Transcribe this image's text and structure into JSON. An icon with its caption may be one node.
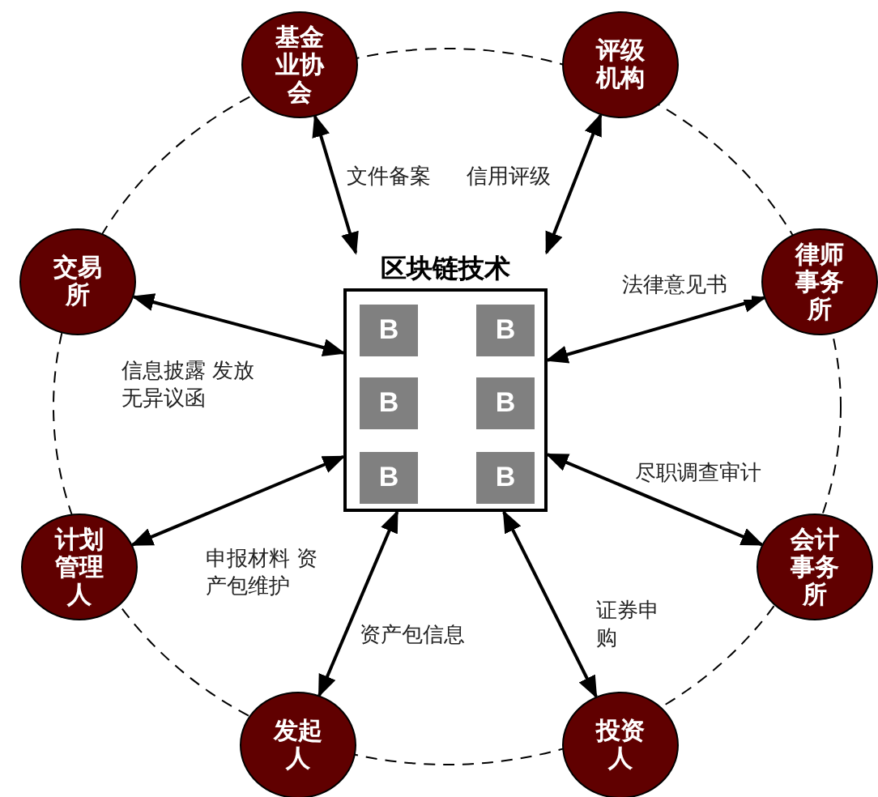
{
  "diagram": {
    "nodes": [
      {
        "text": [
          "基金业协会"
        ]
      },
      {
        "text": [
          "评级机构"
        ]
      },
      {
        "text": [
          "交易所"
        ]
      },
      {
        "text": [
          "律师事务所"
        ]
      },
      {
        "text": [
          "区块链技术"
        ]
      },
      {
        "text": [
          "B"
        ],
        "in": 4
      },
      {
        "text": [
          "B"
        ],
        "in": 4
      },
      {
        "text": [
          "B"
        ],
        "in": 4
      },
      {
        "text": [
          "B"
        ],
        "in": 4
      },
      {
        "text": [
          "B"
        ],
        "in": 4
      },
      {
        "text": [
          "B"
        ],
        "in": 4
      },
      {
        "text": [
          "计划管理人"
        ]
      },
      {
        "text": [
          "会计事务所"
        ]
      },
      {
        "text": [
          "发起人"
        ]
      },
      {
        "text": [
          "投资人"
        ]
      }
    ],
    "edges": [
      {
        "from": 0,
        "to": 4,
        "arrow": "both",
        "label": "文件备案"
      },
      {
        "from": 1,
        "to": 4,
        "arrow": "both",
        "label": "信用评级"
      },
      {
        "from": 2,
        "to": 4,
        "arrow": "both",
        "label": "信息披露 发放无异议函"
      },
      {
        "from": 3,
        "to": 4,
        "arrow": "both",
        "label": "法律意见书"
      },
      {
        "from": 11,
        "to": 4,
        "arrow": "both",
        "label": "申报材料 资产包维护"
      },
      {
        "from": 12,
        "to": 4,
        "arrow": "both",
        "label": "尽职调查审计"
      },
      {
        "from": 13,
        "to": 4,
        "arrow": "both",
        "label": "资产包信息"
      },
      {
        "from": 14,
        "to": 4,
        "arrow": "both",
        "label": "证券申购"
      }
    ]
  }
}
